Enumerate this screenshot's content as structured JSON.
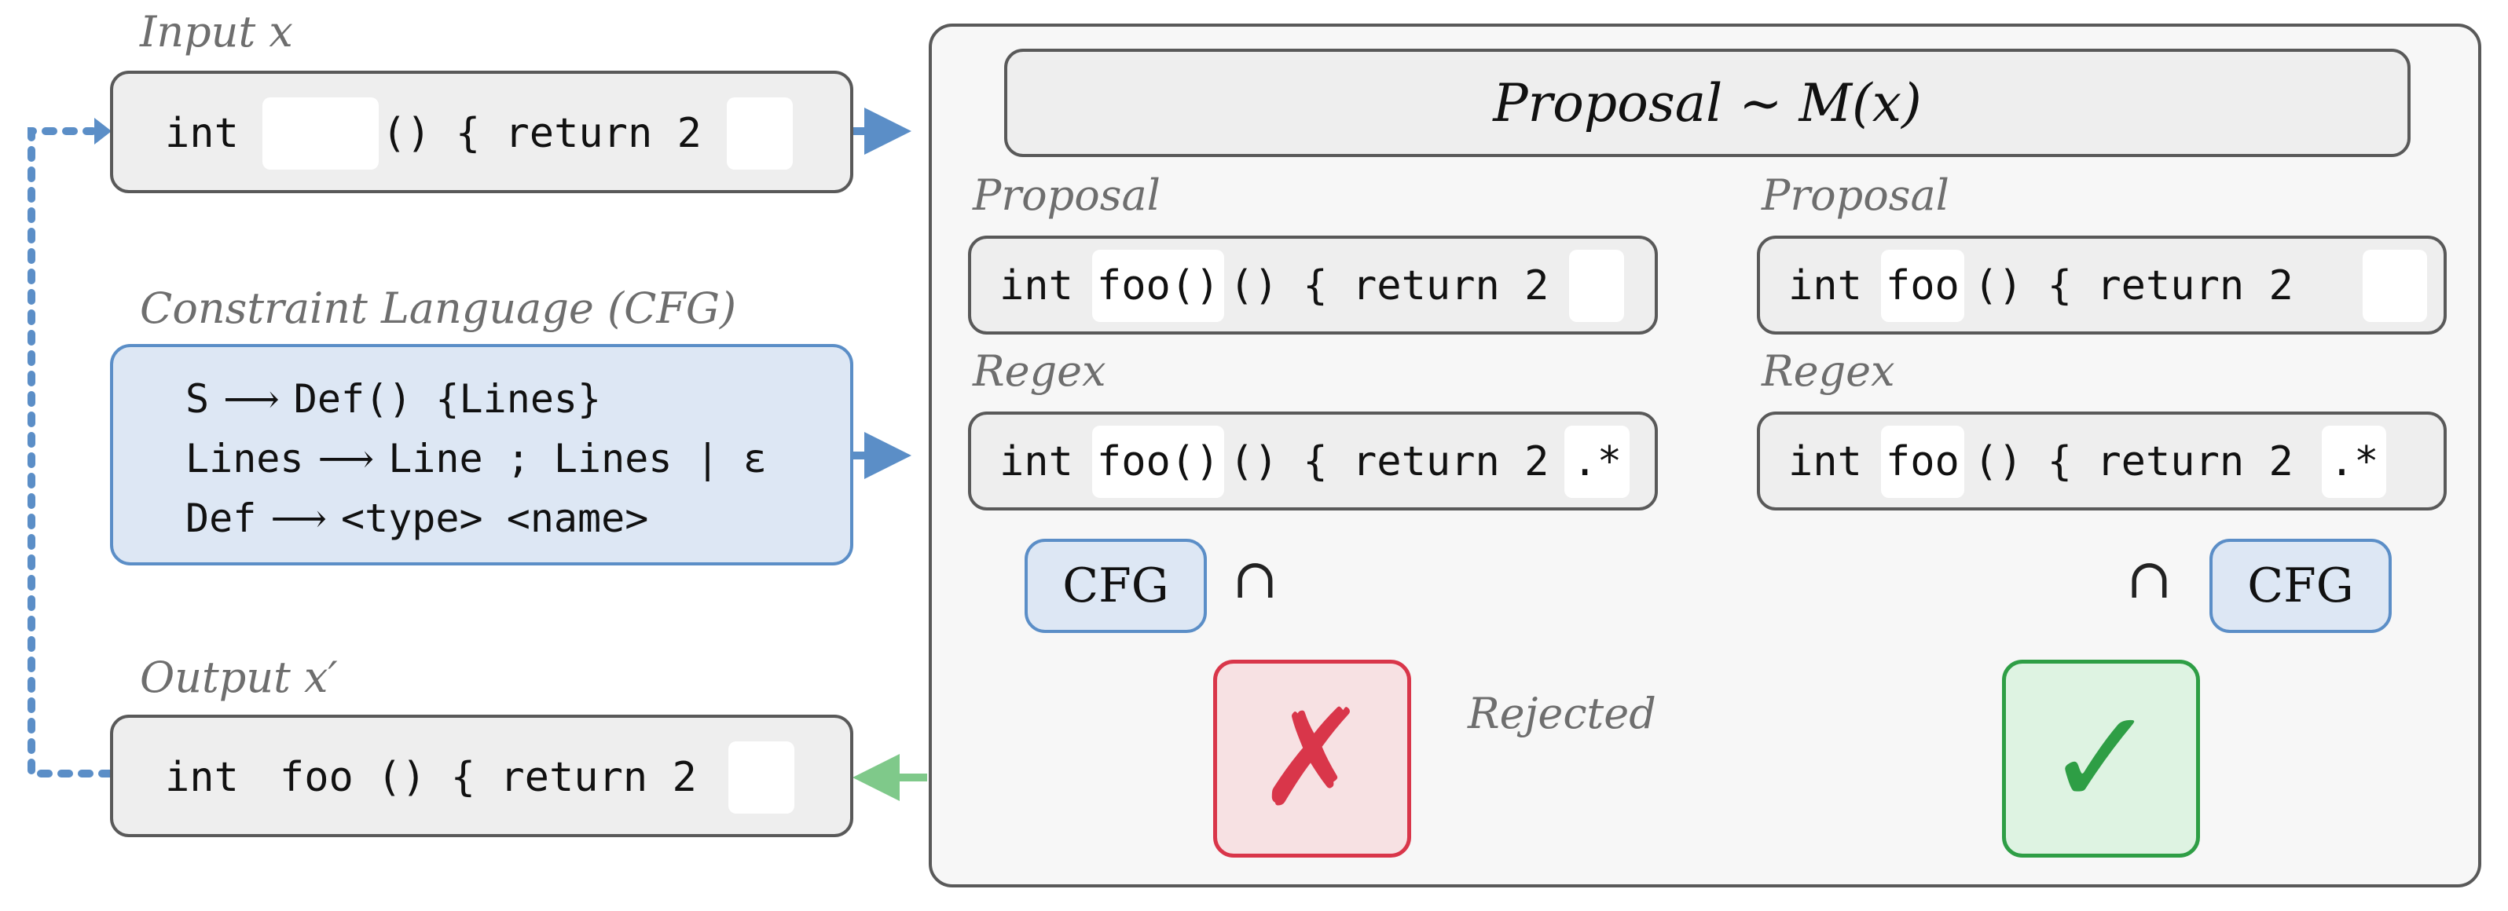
{
  "input": {
    "label": "Input x",
    "code_before": "int",
    "code_after": "() { return 2"
  },
  "constraint": {
    "label": "Constraint Language (CFG)",
    "rules": [
      {
        "lhs": "S",
        "arrow": "⟶",
        "rhs": "Def() {Lines}"
      },
      {
        "lhs": "Lines",
        "arrow": "⟶",
        "rhs": "Line ; Lines | ε"
      },
      {
        "lhs": "Def",
        "arrow": "⟶",
        "rhs": "<type> <name>"
      }
    ]
  },
  "output": {
    "label": "Output x′",
    "code_before": "int",
    "code_slot": "foo",
    "code_after": "() { return 2"
  },
  "proposal_header": "Proposal ∼ M(x)",
  "left_branch": {
    "proposal_label": "Proposal",
    "proposal_code": {
      "before": "int",
      "slot": "foo()",
      "after": "() { return 2"
    },
    "regex_label": "Regex",
    "regex_code": {
      "before": "int",
      "slot": "foo()",
      "after": "() { return 2",
      "tail": ".*"
    },
    "cfg_tag": "CFG",
    "intersect": "∩",
    "result_symbol": "✗",
    "rejected_label": "Rejected"
  },
  "right_branch": {
    "proposal_label": "Proposal",
    "proposal_code": {
      "before": "int",
      "slot": "foo",
      "after": "() { return 2"
    },
    "regex_label": "Regex",
    "regex_code": {
      "before": "int",
      "slot": "foo",
      "after": "() { return 2",
      "tail": ".*"
    },
    "cfg_tag": "CFG",
    "intersect": "∩",
    "result_symbol": "✓"
  },
  "colors": {
    "blue_arrow": "#5b8ec7",
    "red_arrow": "#d9364a",
    "green_arrow": "#7fc98a",
    "reject_fill": "#f7e1e3",
    "reject_border": "#d9364a",
    "accept_fill": "#def3e2",
    "accept_border": "#2e9e45"
  }
}
